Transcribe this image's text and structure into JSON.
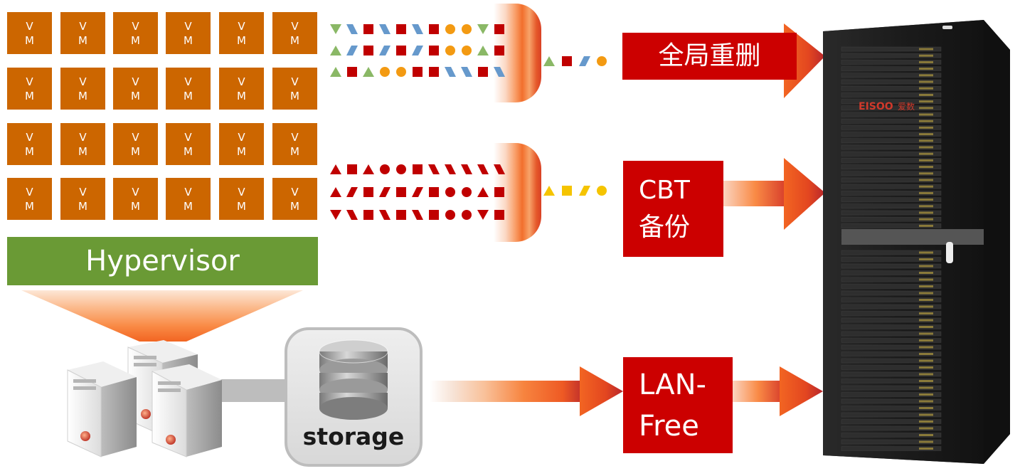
{
  "vm": {
    "line1": "V",
    "line2": "M",
    "rows": 4,
    "cols": 6
  },
  "hypervisor": {
    "label": "Hypervisor"
  },
  "labels": {
    "dedupe": "全局重删",
    "cbt_line1": "CBT",
    "cbt_line2": "备份",
    "lan_line1": "LAN-",
    "lan_line2": "Free"
  },
  "storage": {
    "label": "storage"
  },
  "rack": {
    "brand": "EISOO",
    "brand_cn": "爱数"
  },
  "colors": {
    "vm": "#cc6600",
    "hypervisor": "#6a9a35",
    "label": "#cc0000",
    "shape_red": "#c00000",
    "shape_blue": "#6699cc",
    "shape_orange": "#f39a12",
    "shape_green": "#8ab866",
    "shape_yellow": "#f5c400",
    "rack": "#1f1f1f"
  }
}
